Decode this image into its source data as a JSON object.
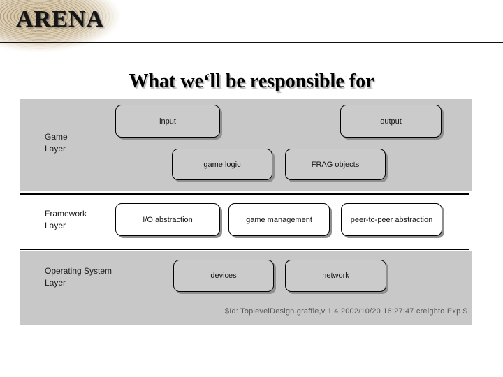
{
  "header": {
    "logo_text": "ARENA"
  },
  "title": "What we‘ll be responsible for",
  "diagram": {
    "layers": [
      {
        "name_lines": [
          "Game",
          "Layer"
        ],
        "boxes": [
          "input",
          "output",
          "game logic",
          "FRAG objects"
        ]
      },
      {
        "name_lines": [
          "Framework",
          "Layer"
        ],
        "boxes": [
          "I/O abstraction",
          "game management",
          "peer-to-peer abstraction"
        ]
      },
      {
        "name_lines": [
          "Operating System",
          "Layer"
        ],
        "boxes": [
          "devices",
          "network"
        ]
      }
    ],
    "footer": "$Id: ToplevelDesign.graffle,v 1.4 2002/10/20 16:27:47 creighto Exp $"
  },
  "colors": {
    "layer_band_gray": "#c8c8c8",
    "box_fill_gray": "#cbcbcb",
    "box_fill_white": "#ffffff",
    "box_shadow": "#8f8f8f",
    "separator_line": "#000000",
    "logo_texture_tan": "#d0bc98"
  }
}
